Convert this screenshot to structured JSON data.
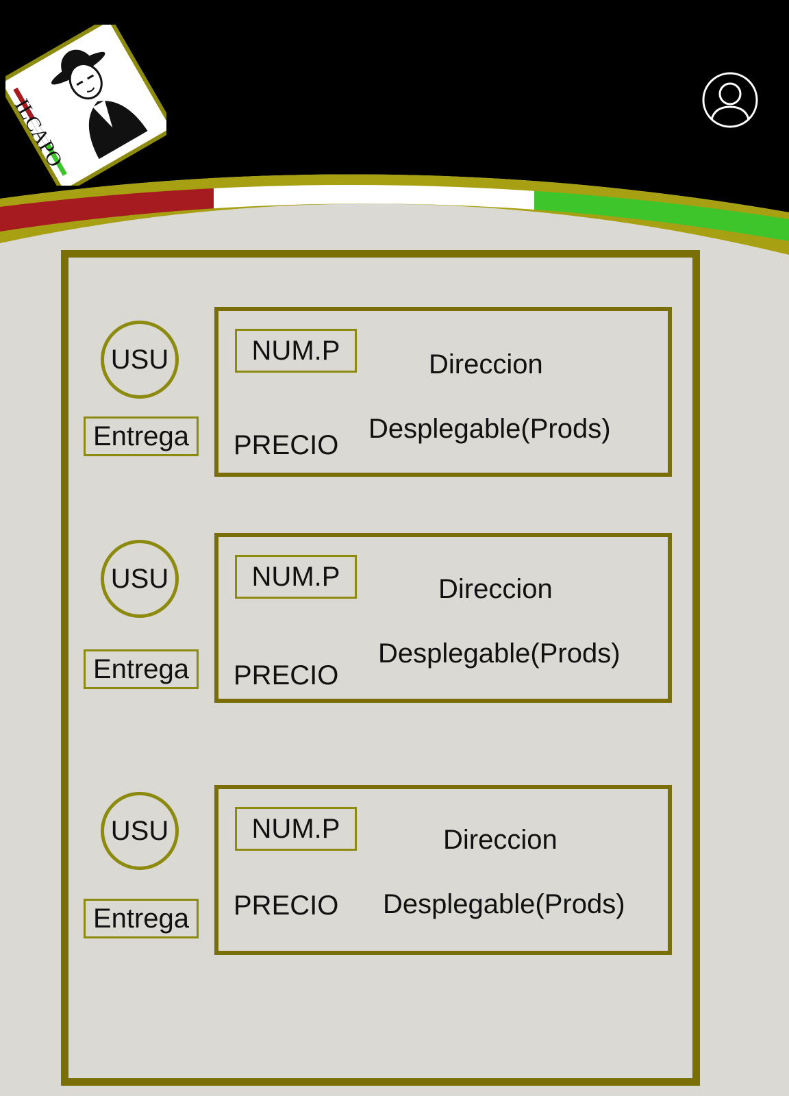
{
  "header": {
    "logo_text": "ILCAPO",
    "colors": {
      "background": "#000000",
      "stripe_red": "#a51b1f",
      "stripe_white": "#ffffff",
      "stripe_green": "#3fc52c",
      "gold": "#a7a012"
    }
  },
  "profile": {
    "icon": "user-profile-icon"
  },
  "page": {
    "background": "#dbd9d3",
    "panel_border": "#7a6e07"
  },
  "orders": [
    {
      "usu": "USU",
      "entrega": "Entrega",
      "num": "NUM.P",
      "direccion": "Direccion",
      "precio": "PRECIO",
      "productos": "Desplegable(Prods)"
    },
    {
      "usu": "USU",
      "entrega": "Entrega",
      "num": "NUM.P",
      "direccion": "Direccion",
      "precio": "PRECIO",
      "productos": "Desplegable(Prods)"
    },
    {
      "usu": "USU",
      "entrega": "Entrega",
      "num": "NUM.P",
      "direccion": "Direccion",
      "precio": "PRECIO",
      "productos": "Desplegable(Prods)"
    }
  ]
}
